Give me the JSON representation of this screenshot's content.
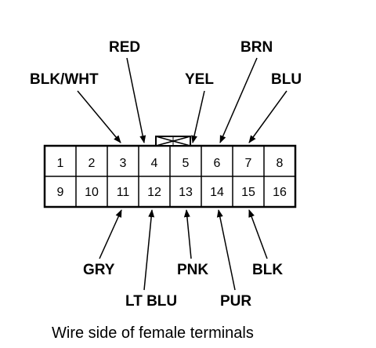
{
  "caption": "Wire side of female terminals",
  "connector": {
    "top_row": [
      "1",
      "2",
      "3",
      "4",
      "5",
      "6",
      "7",
      "8"
    ],
    "bottom_row": [
      "9",
      "10",
      "11",
      "12",
      "13",
      "14",
      "15",
      "16"
    ],
    "locking_tab_icon": "locking-tab-icon"
  },
  "wire_labels": {
    "blk_wht": "BLK/WHT",
    "red": "RED",
    "yel": "YEL",
    "brn": "BRN",
    "blu": "BLU",
    "gry": "GRY",
    "lt_blu": "LT BLU",
    "pnk": "PNK",
    "pur": "PUR",
    "blk": "BLK"
  },
  "colors": {
    "ink": "#000000",
    "background": "#ffffff"
  }
}
